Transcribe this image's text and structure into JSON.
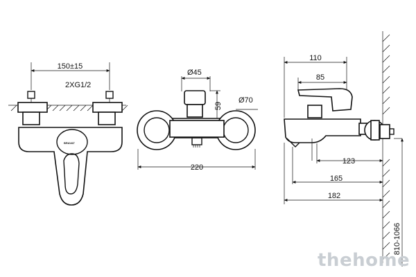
{
  "front_view": {
    "width_dim": "150±15",
    "thread_label": "2XG1/2",
    "brand_mark": "BRAVAT"
  },
  "side_view": {
    "diameter_top": "Ø45",
    "height_dim": "59",
    "diameter_right": "Ø70",
    "width_dim": "220"
  },
  "profile_view": {
    "dim_110": "110",
    "dim_85": "85",
    "dim_123": "123",
    "dim_165": "165",
    "dim_182": "182",
    "height_range": "810-1066"
  },
  "watermark": "thehome"
}
